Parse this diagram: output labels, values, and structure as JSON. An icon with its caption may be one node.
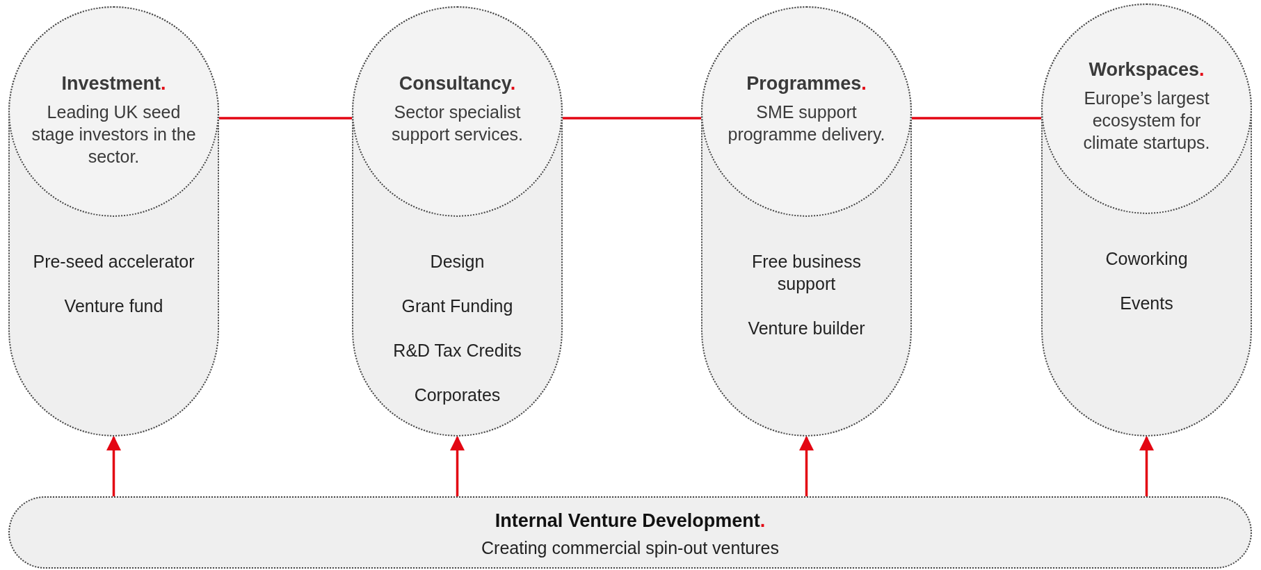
{
  "diagram": {
    "nodes": [
      {
        "text": [
          "Pre-seed accelerator",
          "Venture fund"
        ]
      },
      {
        "text": [
          "Investment.",
          "Leading UK seed stage investors in the sector."
        ],
        "in": 0
      },
      {
        "text": [
          "Design",
          "Grant Funding",
          "R&D Tax Credits",
          "Corporates"
        ]
      },
      {
        "text": [
          "Consultancy.",
          "Sector specialist support services."
        ],
        "in": 2
      },
      {
        "text": [
          "Free business support",
          "Venture builder"
        ]
      },
      {
        "text": [
          "Programmes.",
          "SME support programme delivery."
        ],
        "in": 4
      },
      {
        "text": [
          "Coworking",
          "Events"
        ]
      },
      {
        "text": [
          "Workspaces.",
          "Europe’s largest ecosystem for climate startups."
        ],
        "in": 6
      },
      {
        "text": [
          "Internal Venture Development.",
          "Creating commercial spin-out ventures"
        ]
      }
    ],
    "edges": [
      {
        "from": 1,
        "to": 3,
        "arrow": "none"
      },
      {
        "from": 3,
        "to": 5,
        "arrow": "none"
      },
      {
        "from": 5,
        "to": 7,
        "arrow": "none"
      },
      {
        "from": 8,
        "to": 0,
        "arrow": "to"
      },
      {
        "from": 8,
        "to": 2,
        "arrow": "to"
      },
      {
        "from": 8,
        "to": 4,
        "arrow": "to"
      },
      {
        "from": 8,
        "to": 6,
        "arrow": "to"
      }
    ]
  }
}
